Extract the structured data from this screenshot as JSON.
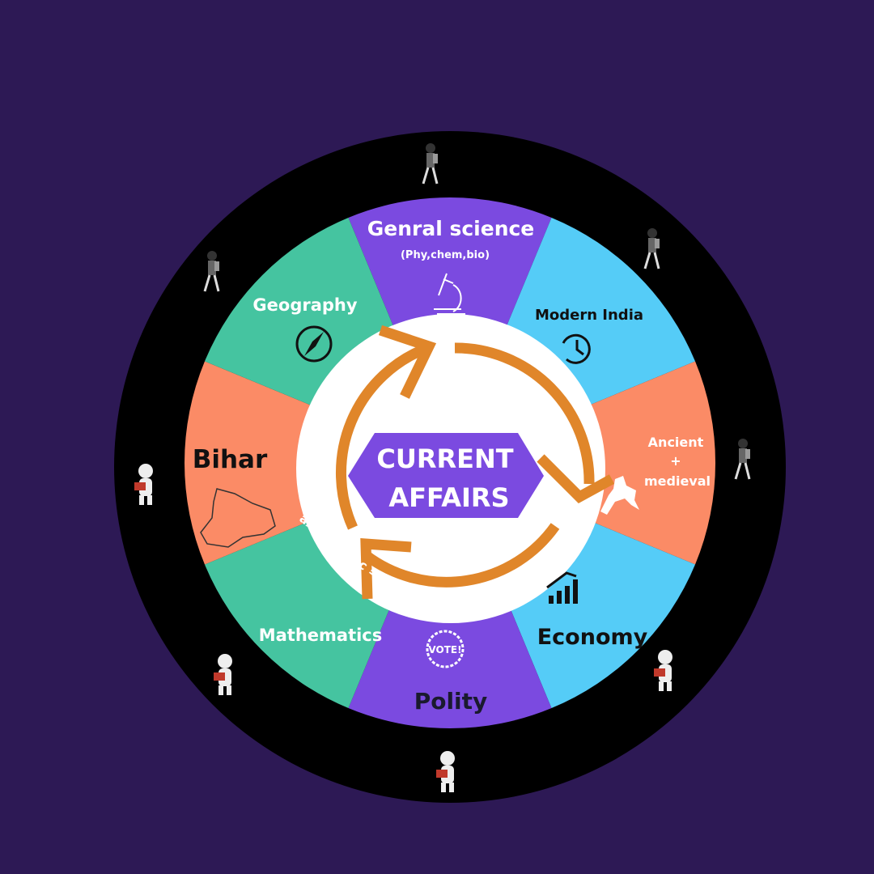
{
  "colors": {
    "background": "#2d1955",
    "outer_ring": "#000000",
    "purple": "#7b4ae0",
    "cyan": "#55ccf7",
    "orange": "#fb8b66",
    "green": "#45c4a0",
    "arrow": "#e0862a",
    "center": "#ffffff"
  },
  "center": {
    "line1": "CURRENT",
    "line2": "AFFAIRS"
  },
  "segments": [
    {
      "label": "Genral science",
      "sub": "(Phy,chem,bio)",
      "icon": "microscope-icon",
      "color": "#7b4ae0"
    },
    {
      "label": "Modern India",
      "icon": "history-clock-icon",
      "color": "#55ccf7"
    },
    {
      "label": "Ancient",
      "plus": "+",
      "label2": "medieval",
      "icon": "horse-rider-icon",
      "color": "#fb8b66"
    },
    {
      "label": "Economy",
      "icon": "growth-chart-icon",
      "color": "#55ccf7"
    },
    {
      "label": "Polity",
      "icon": "vote-badge-icon",
      "badge": "VOTE!",
      "color": "#7b4ae0"
    },
    {
      "label": "Mathematics",
      "formula": "ax² + bx + c = 0",
      "color": "#45c4a0"
    },
    {
      "label": "Bihar",
      "icon": "bihar-map-icon",
      "color": "#fb8b66"
    },
    {
      "label": "Geography",
      "icon": "compass-icon",
      "color": "#45c4a0"
    }
  ]
}
